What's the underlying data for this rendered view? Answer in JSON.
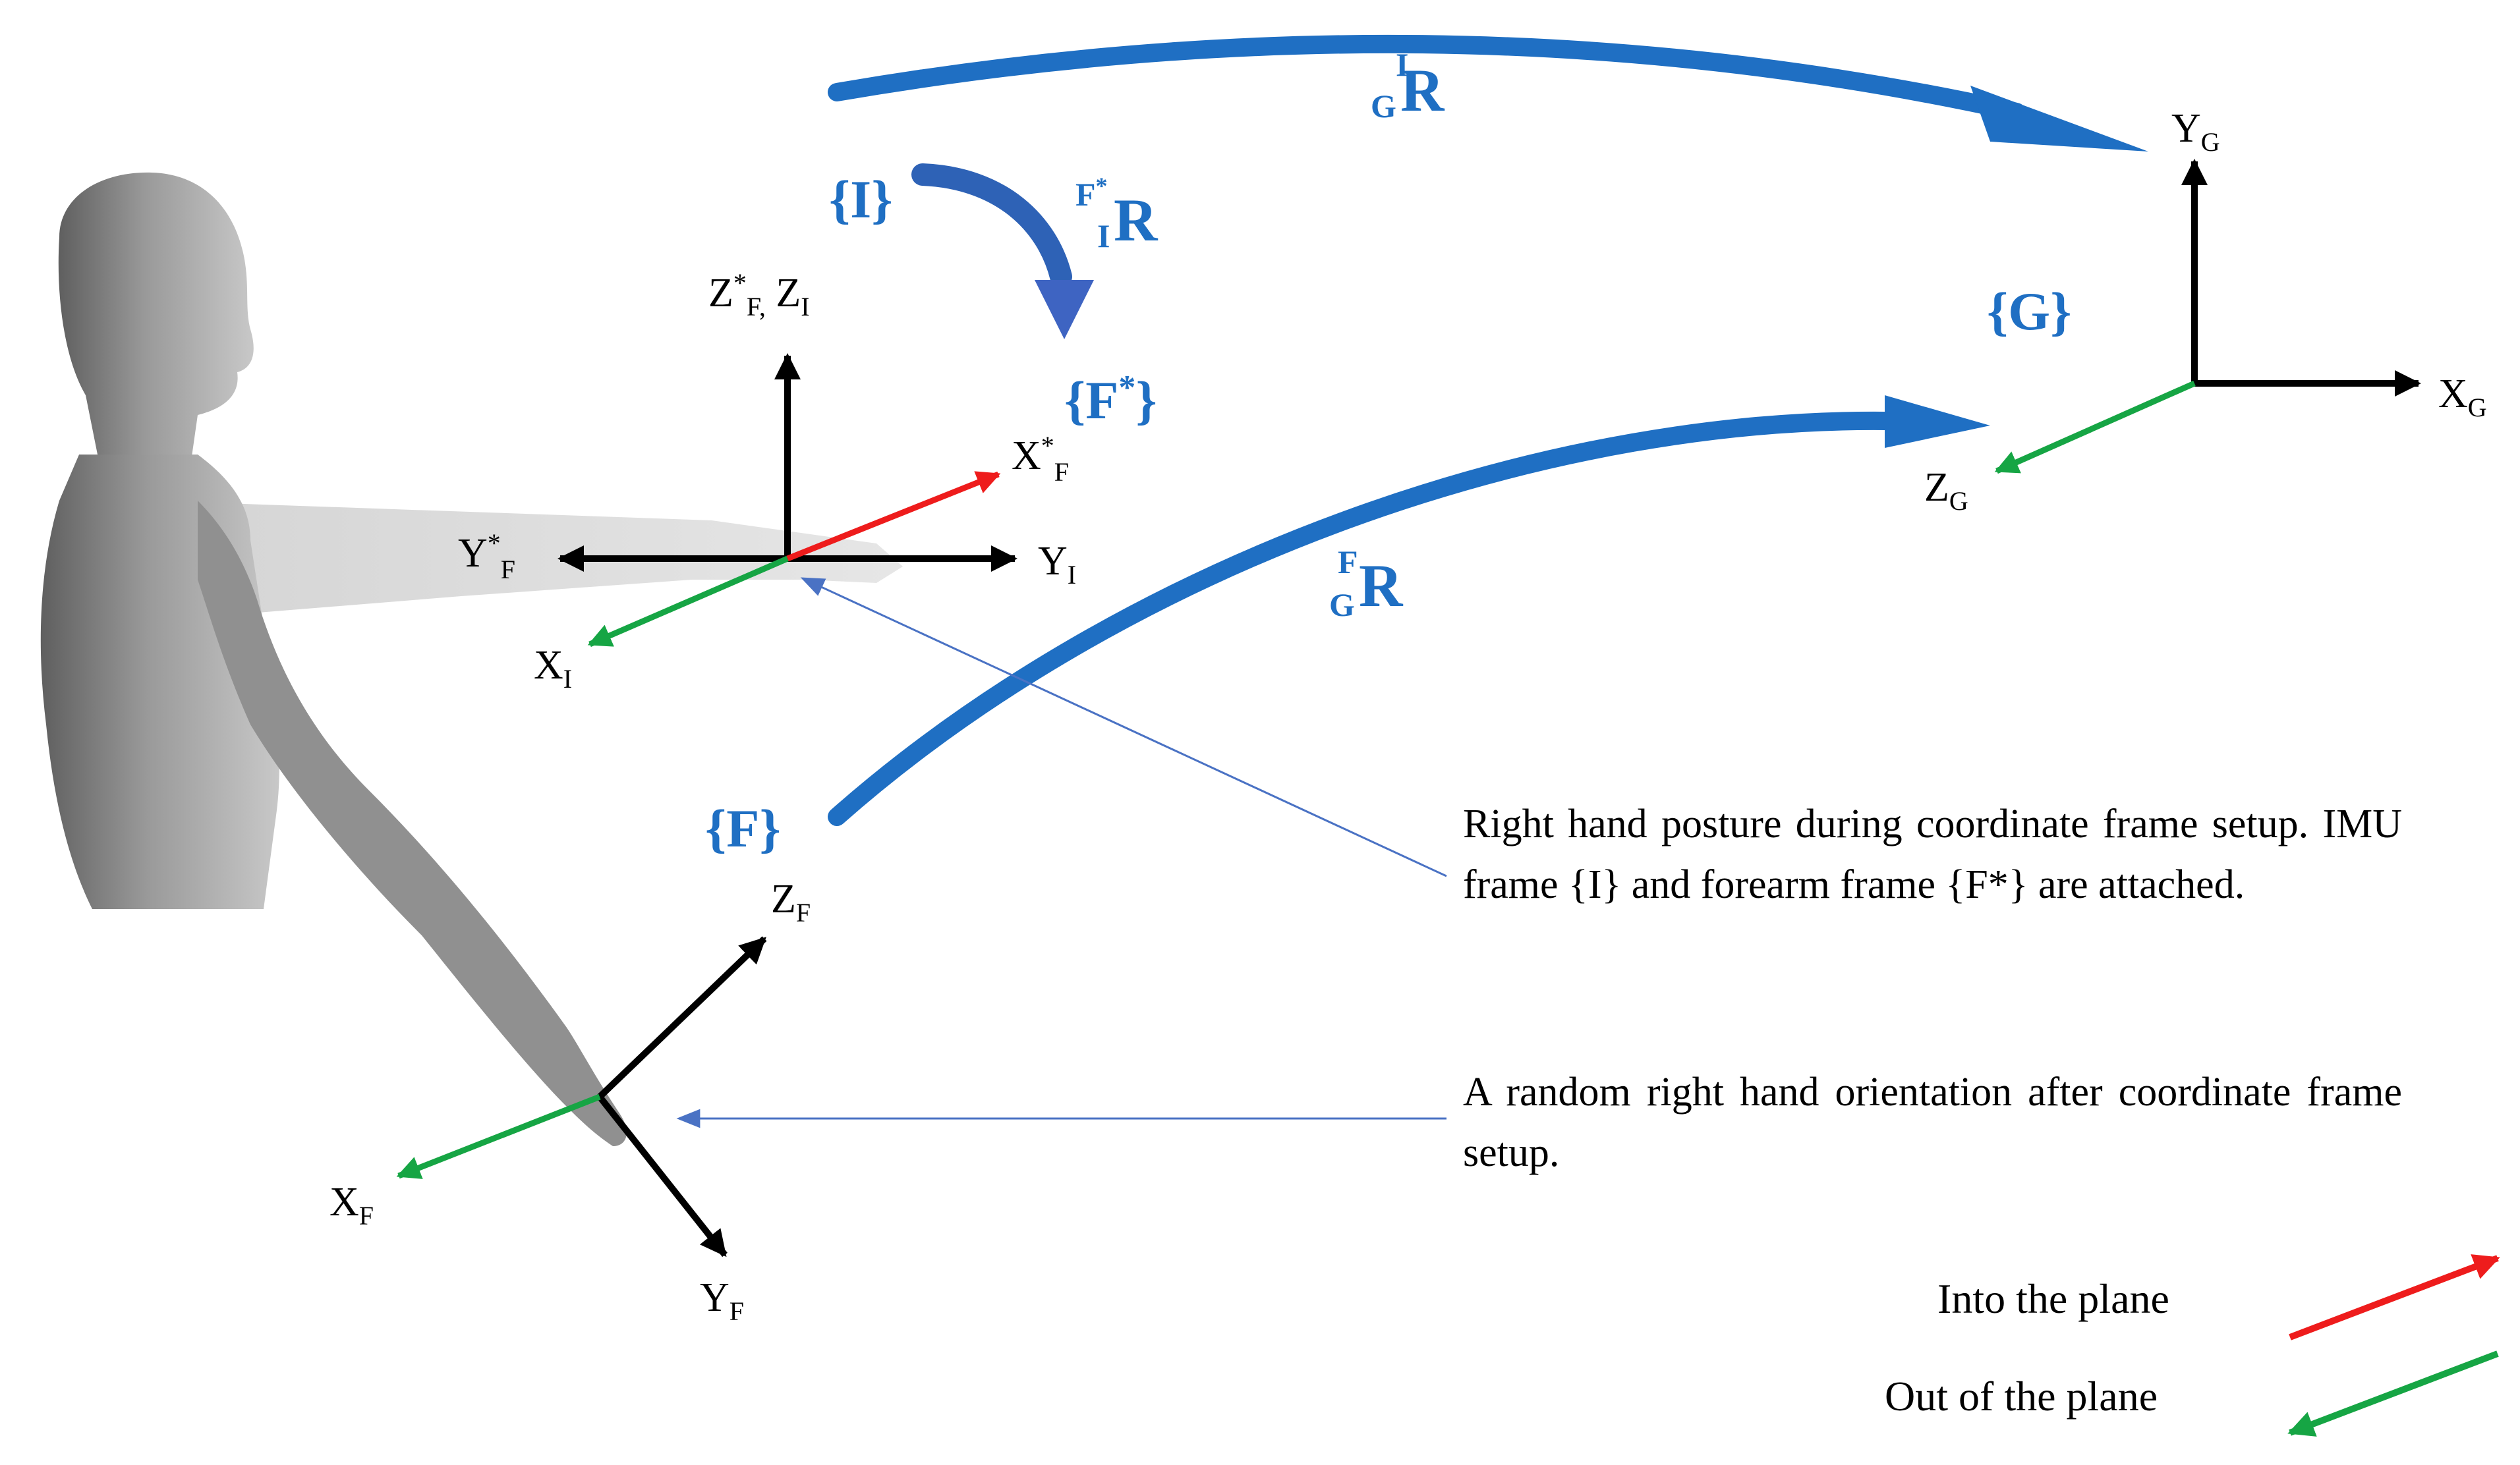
{
  "frames": {
    "I": "{I}",
    "F_star": "{F",
    "F_star_sup": "*",
    "F_star_close": "}",
    "G": "{G}",
    "F": "{F}"
  },
  "rotations": {
    "GIR": {
      "base": "R",
      "sup": "I",
      "sub": "G"
    },
    "IFR": {
      "base": "R",
      "sup": "F",
      "sup_star": "*",
      "sub": "I"
    },
    "GFR": {
      "base": "R",
      "sup": "F",
      "sub": "G"
    }
  },
  "axes": {
    "zf_star_zi": {
      "a": "Z",
      "a_sup": "*",
      "a_sub": "F,",
      "b": " Z",
      "b_sub": "I"
    },
    "xf_star": {
      "base": "X",
      "sup": "*",
      "sub": "F"
    },
    "yf_star": {
      "base": "Y",
      "sup": "*",
      "sub": "F"
    },
    "yi": {
      "base": "Y",
      "sub": "I"
    },
    "xi": {
      "base": "X",
      "sub": "I"
    },
    "yg": {
      "base": "Y",
      "sub": "G"
    },
    "xg": {
      "base": "X",
      "sub": "G"
    },
    "zg": {
      "base": "Z",
      "sub": "G"
    },
    "zf": {
      "base": "Z",
      "sub": "F"
    },
    "xf": {
      "base": "X",
      "sub": "F"
    },
    "yf": {
      "base": "Y",
      "sub": "F"
    }
  },
  "captions": {
    "setup": "Right hand posture during coordinate frame setup. IMU frame {I} and forearm frame {F*} are attached.",
    "random": "A random right hand orientation after coordinate frame setup."
  },
  "legend": {
    "into": "Into the plane",
    "out": "Out of the plane"
  },
  "colors": {
    "into_plane": "#ee1c1c",
    "out_of_plane": "#16a544",
    "rotation": "#1f6fc3",
    "pointer": "#4a72c4"
  }
}
